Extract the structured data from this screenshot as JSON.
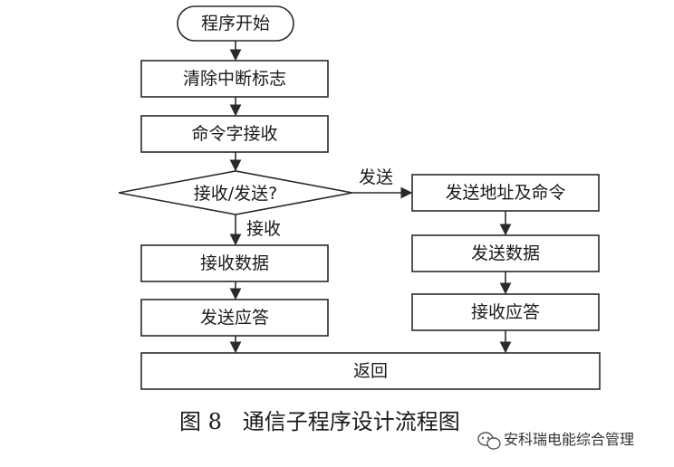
{
  "nodes": {
    "start": "程序开始",
    "clear_flag": "清除中断标志",
    "receive_cmd": "命令字接收",
    "decision": "接收/发送?",
    "send_addr_cmd": "发送地址及命令",
    "receive_data": "接收数据",
    "send_data": "发送数据",
    "send_ack": "发送应答",
    "receive_ack": "接收应答",
    "return": "返回"
  },
  "edges": {
    "branch_send": "发送",
    "branch_receive": "接收"
  },
  "caption": "图 8   通信子程序设计流程图",
  "watermark": "安科瑞电能综合管理"
}
